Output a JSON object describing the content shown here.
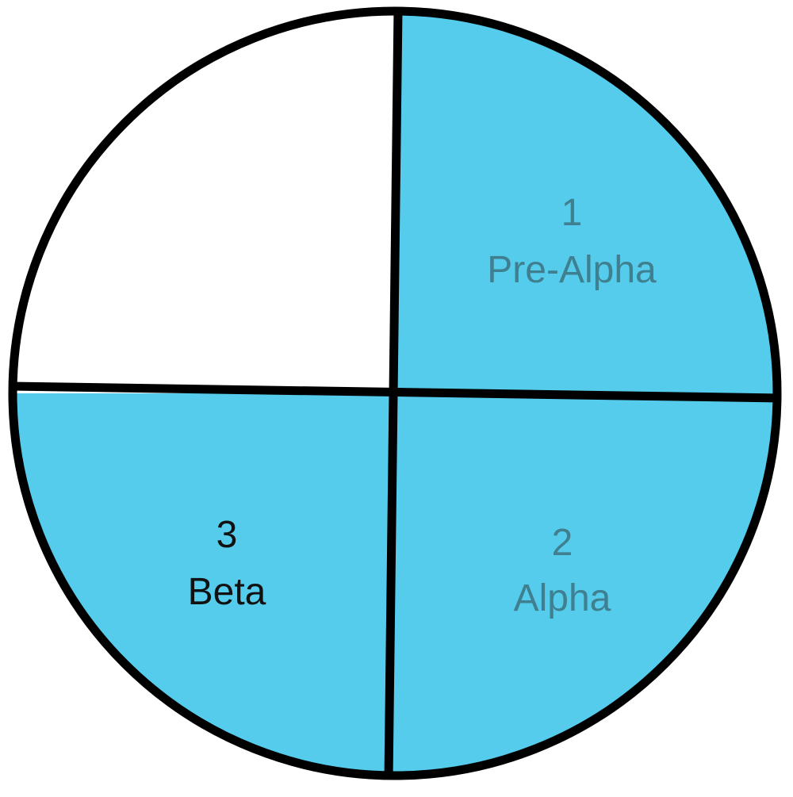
{
  "colors": {
    "filled": "#55ccec",
    "empty": "#ffffff",
    "outline": "#000000",
    "label_muted": "#3f7f8f",
    "label_dark": "#111111"
  },
  "quadrants": [
    {
      "position": "top-right",
      "state": "filled",
      "number": "1",
      "label": "Pre-Alpha",
      "label_color": "label_muted"
    },
    {
      "position": "bottom-right",
      "state": "filled",
      "number": "2",
      "label": "Alpha",
      "label_color": "label_muted"
    },
    {
      "position": "bottom-left",
      "state": "filled",
      "number": "3",
      "label": "Beta",
      "label_color": "label_dark"
    },
    {
      "position": "top-left",
      "state": "empty",
      "number": "",
      "label": ""
    }
  ]
}
